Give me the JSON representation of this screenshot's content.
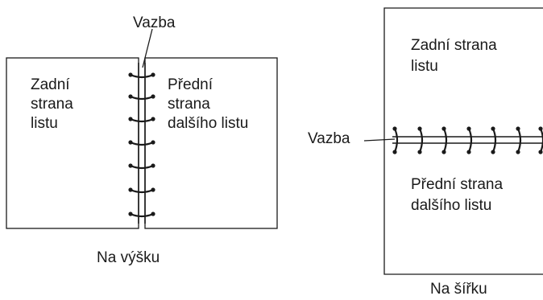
{
  "portrait": {
    "binding_label": "Vazba",
    "back_page_lines": [
      "Zadní",
      "strana",
      "listu"
    ],
    "front_page_lines": [
      "Přední",
      "strana",
      "dalšího listu"
    ],
    "caption": "Na výšku"
  },
  "landscape": {
    "binding_label": "Vazba",
    "back_page_lines": [
      "Zadní strana",
      "listu"
    ],
    "front_page_lines": [
      "Přední strana",
      "dalšího listu"
    ],
    "caption": "Na šířku"
  },
  "colors": {
    "line": "#1a1a1a",
    "background": "#ffffff"
  }
}
